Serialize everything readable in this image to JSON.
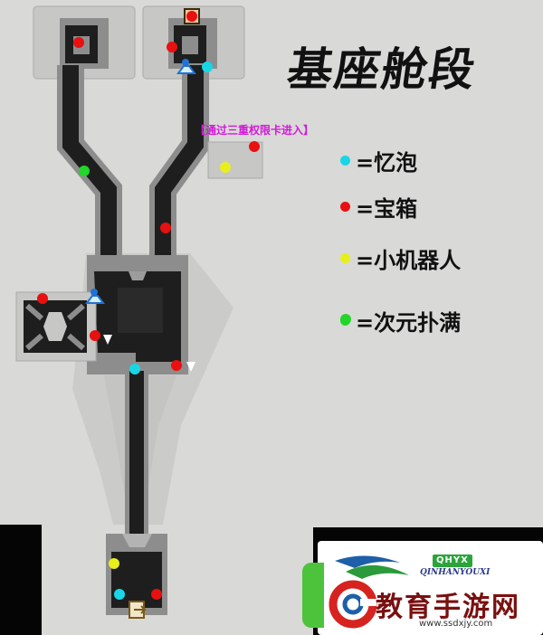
{
  "title": "基座舱段",
  "note": "【通过三重权限卡进入】",
  "legend": [
    {
      "label": "=忆泡",
      "color": "#19d6e6",
      "marker": "cyan-dot"
    },
    {
      "label": "=宝箱",
      "color": "#e81010",
      "marker": "red-dot"
    },
    {
      "label": "=小机器人",
      "color": "#e8f01a",
      "marker": "yellow-dot"
    },
    {
      "label": "=次元扑满",
      "color": "#22d62a",
      "marker": "green-dot"
    }
  ],
  "colors": {
    "background": "#d9d9d7",
    "map_shadow": "#c2c2c0",
    "room_fill": "#8d8d8d",
    "corridor": "#1e1e1e",
    "accent_note": "#d21ad8"
  },
  "icons": {
    "anchor": "space-anchor-icon",
    "exit": "exit-door-icon",
    "waypoint": "triangle-waypoint-icon"
  },
  "watermark": {
    "badge": "QHYX",
    "subtitle": "QINHANYOUXI",
    "name": "教育手游网",
    "url": "www.ssdxjy.com"
  }
}
